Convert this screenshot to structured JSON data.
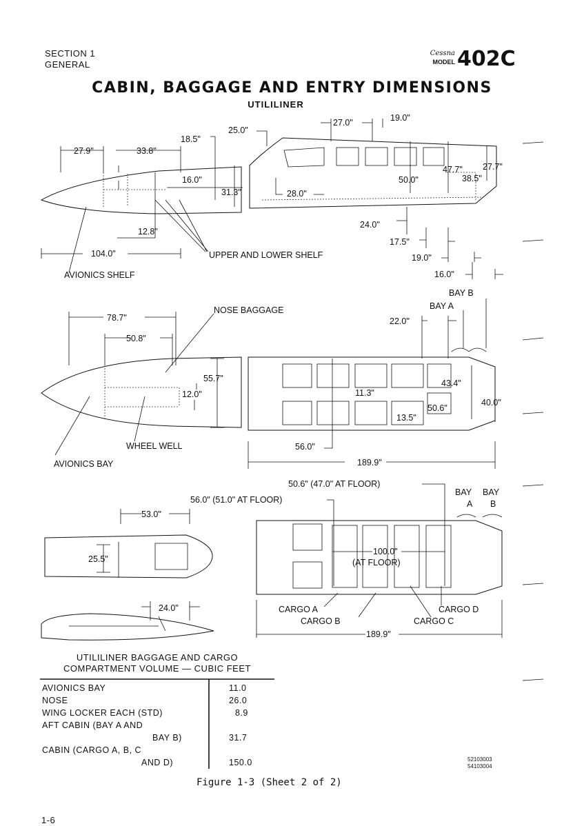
{
  "header": {
    "section": "SECTION 1",
    "section_name": "GENERAL",
    "brand": "Cessna",
    "model_word": "MODEL",
    "model": "402C"
  },
  "title": "CABIN, BAGGAGE AND ENTRY DIMENSIONS",
  "subtitle": "UTILILINER",
  "top_view": {
    "dims": [
      "27.0\"",
      "19.0\"",
      "25.0\"",
      "18.5\"",
      "27.9\"",
      "33.8\"",
      "16.0\"",
      "31.3\"",
      "28.0\"",
      "47.7\"",
      "27.7\"",
      "50.0\"",
      "38.5\"",
      "24.0\"",
      "12.8\"",
      "104.0\"",
      "17.5\"",
      "19.0\"",
      "16.0\""
    ],
    "labels": {
      "shelf": "UPPER AND LOWER SHELF",
      "avionics_shelf": "AVIONICS SHELF"
    }
  },
  "middle_view": {
    "dims": [
      "78.7\"",
      "50.8\"",
      "55.7\"",
      "12.0\"",
      "22.0\"",
      "43.4\"",
      "11.3\"",
      "40.0\"",
      "50.6\"",
      "13.5\"",
      "56.0\"",
      "189.9\""
    ],
    "labels": {
      "nose_baggage": "NOSE BAGGAGE",
      "bay_b": "BAY B",
      "bay_a": "BAY A",
      "wheel_well": "WHEEL WELL",
      "avionics_bay": "AVIONICS BAY"
    }
  },
  "bottom_view": {
    "dims": [
      "53.0\"",
      "25.5\"",
      "24.0\"",
      "100.0\"",
      "(AT FLOOR)",
      "189.9\""
    ],
    "labels": {
      "at_floor_506": "50.6\" (47.0\" AT FLOOR)",
      "at_floor_560": "56.0\" (51.0\" AT FLOOR)",
      "bay": "BAY",
      "a": "A",
      "b": "B",
      "cargo_a": "CARGO A",
      "cargo_b": "CARGO B",
      "cargo_c": "CARGO C",
      "cargo_d": "CARGO D"
    }
  },
  "volume_table": {
    "heading_1": "UTILILINER BAGGAGE AND CARGO",
    "heading_2": "COMPARTMENT VOLUME — CUBIC FEET",
    "rows": [
      {
        "label": "AVIONICS BAY",
        "value": "11.0"
      },
      {
        "label": "NOSE",
        "value": "26.0"
      },
      {
        "label": "WING LOCKER EACH (STD)",
        "value": "8.9"
      },
      {
        "label": "AFT CABIN (BAY A AND",
        "value": ""
      },
      {
        "label": "BAY B)",
        "value": "31.7"
      },
      {
        "label": "CABIN (CARGO A, B, C",
        "value": ""
      },
      {
        "label": "AND D)",
        "value": "150.0"
      }
    ]
  },
  "refs": [
    "52103003",
    "54103004"
  ],
  "caption": "Figure 1-3 (Sheet 2 of 2)",
  "page_number": "1-6"
}
